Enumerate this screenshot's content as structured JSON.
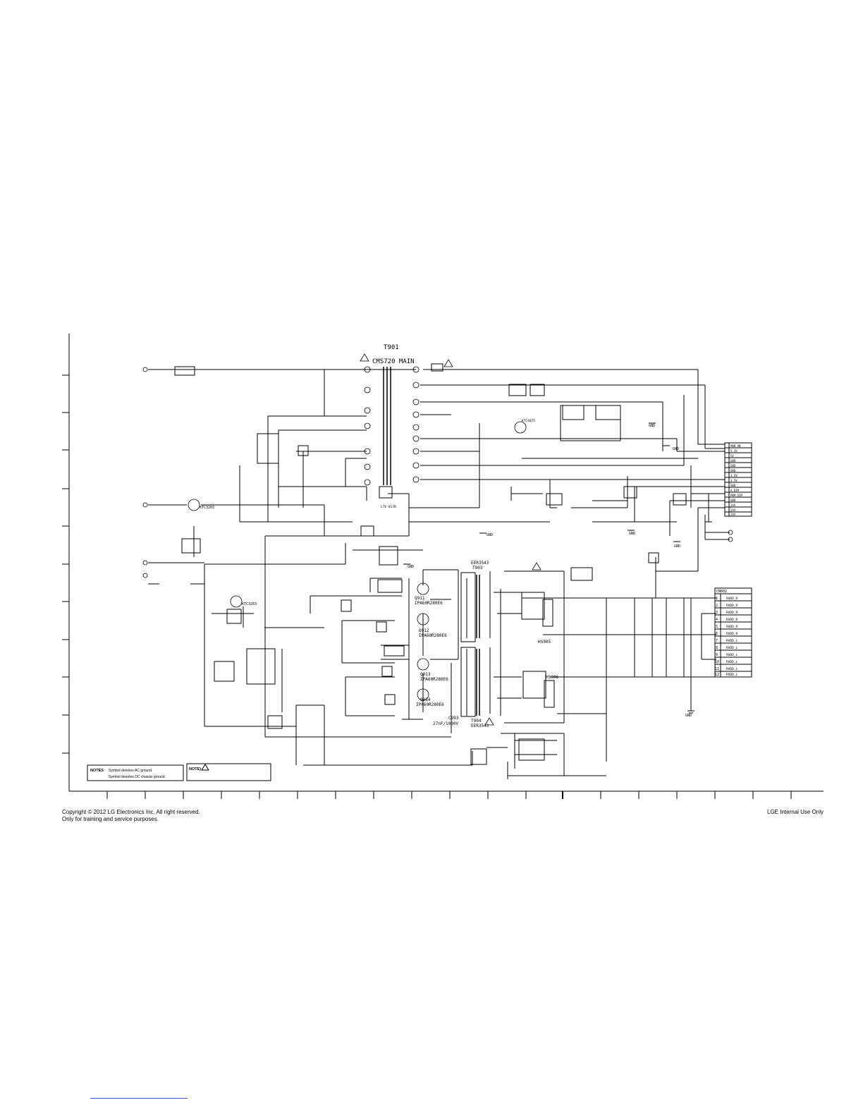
{
  "transformer_main": {
    "ref": "T901",
    "model": "CMS720 MAIN"
  },
  "transformer_aux": {
    "ref": "T903",
    "model": "EER3543"
  },
  "transformer_aux2": {
    "ref": "T904",
    "model": "EER3543"
  },
  "mosfets": [
    {
      "ref": "Q911",
      "part": "IPA60R280E6"
    },
    {
      "ref": "Q912",
      "part": "IPA60R280E6"
    },
    {
      "ref": "Q913",
      "part": "IPA60R280E6"
    },
    {
      "ref": "Q914",
      "part": "IPA60R280E6"
    }
  ],
  "parts": {
    "opto": "LTV-817B",
    "transistor_a": "KTC3203",
    "transistor_b": "KTC3203",
    "transistor_c": "KTC4075",
    "rectifier_a": "HS905",
    "rectifier_b": "HS906",
    "cap_main": "27nF/1000V",
    "cap_tag": "C993"
  },
  "ground_label": "GND",
  "connector_upper": {
    "pins": [
      "PWR_ON",
      "5.1V",
      "5V",
      "GND",
      "GND",
      "GND",
      "3.5V",
      "3.5V",
      "GND",
      "A.DIM",
      "PWM_DIM",
      "GND",
      "24V",
      "24V",
      "24V"
    ]
  },
  "connector_lower": {
    "ref": "CN802",
    "pins": [
      "1",
      "2",
      "3",
      "4",
      "5",
      "6",
      "7",
      "8",
      "9",
      "10",
      "11",
      "12"
    ],
    "nets": [
      "RVDD_R",
      "RVDD_R",
      "RVDD_R",
      "RVDD_R",
      "RVDD_R",
      "RVDD_R",
      "RVDD_L",
      "RVDD_L",
      "RVDD_L",
      "RVDD_L",
      "RVDD_L",
      "RVDD_L"
    ]
  },
  "notes": {
    "title": "NOTES",
    "line1": "Symbol denotes AC ground.",
    "line2": "Symbol denotes DC chassis ground.",
    "note2_title": "NOTE)"
  },
  "footer": {
    "copyright": "Copyright © 2012 LG Electronics Inc. All right reserved.",
    "training": "Only for training and service purposes.",
    "internal": "LGE Internal Use Only"
  }
}
